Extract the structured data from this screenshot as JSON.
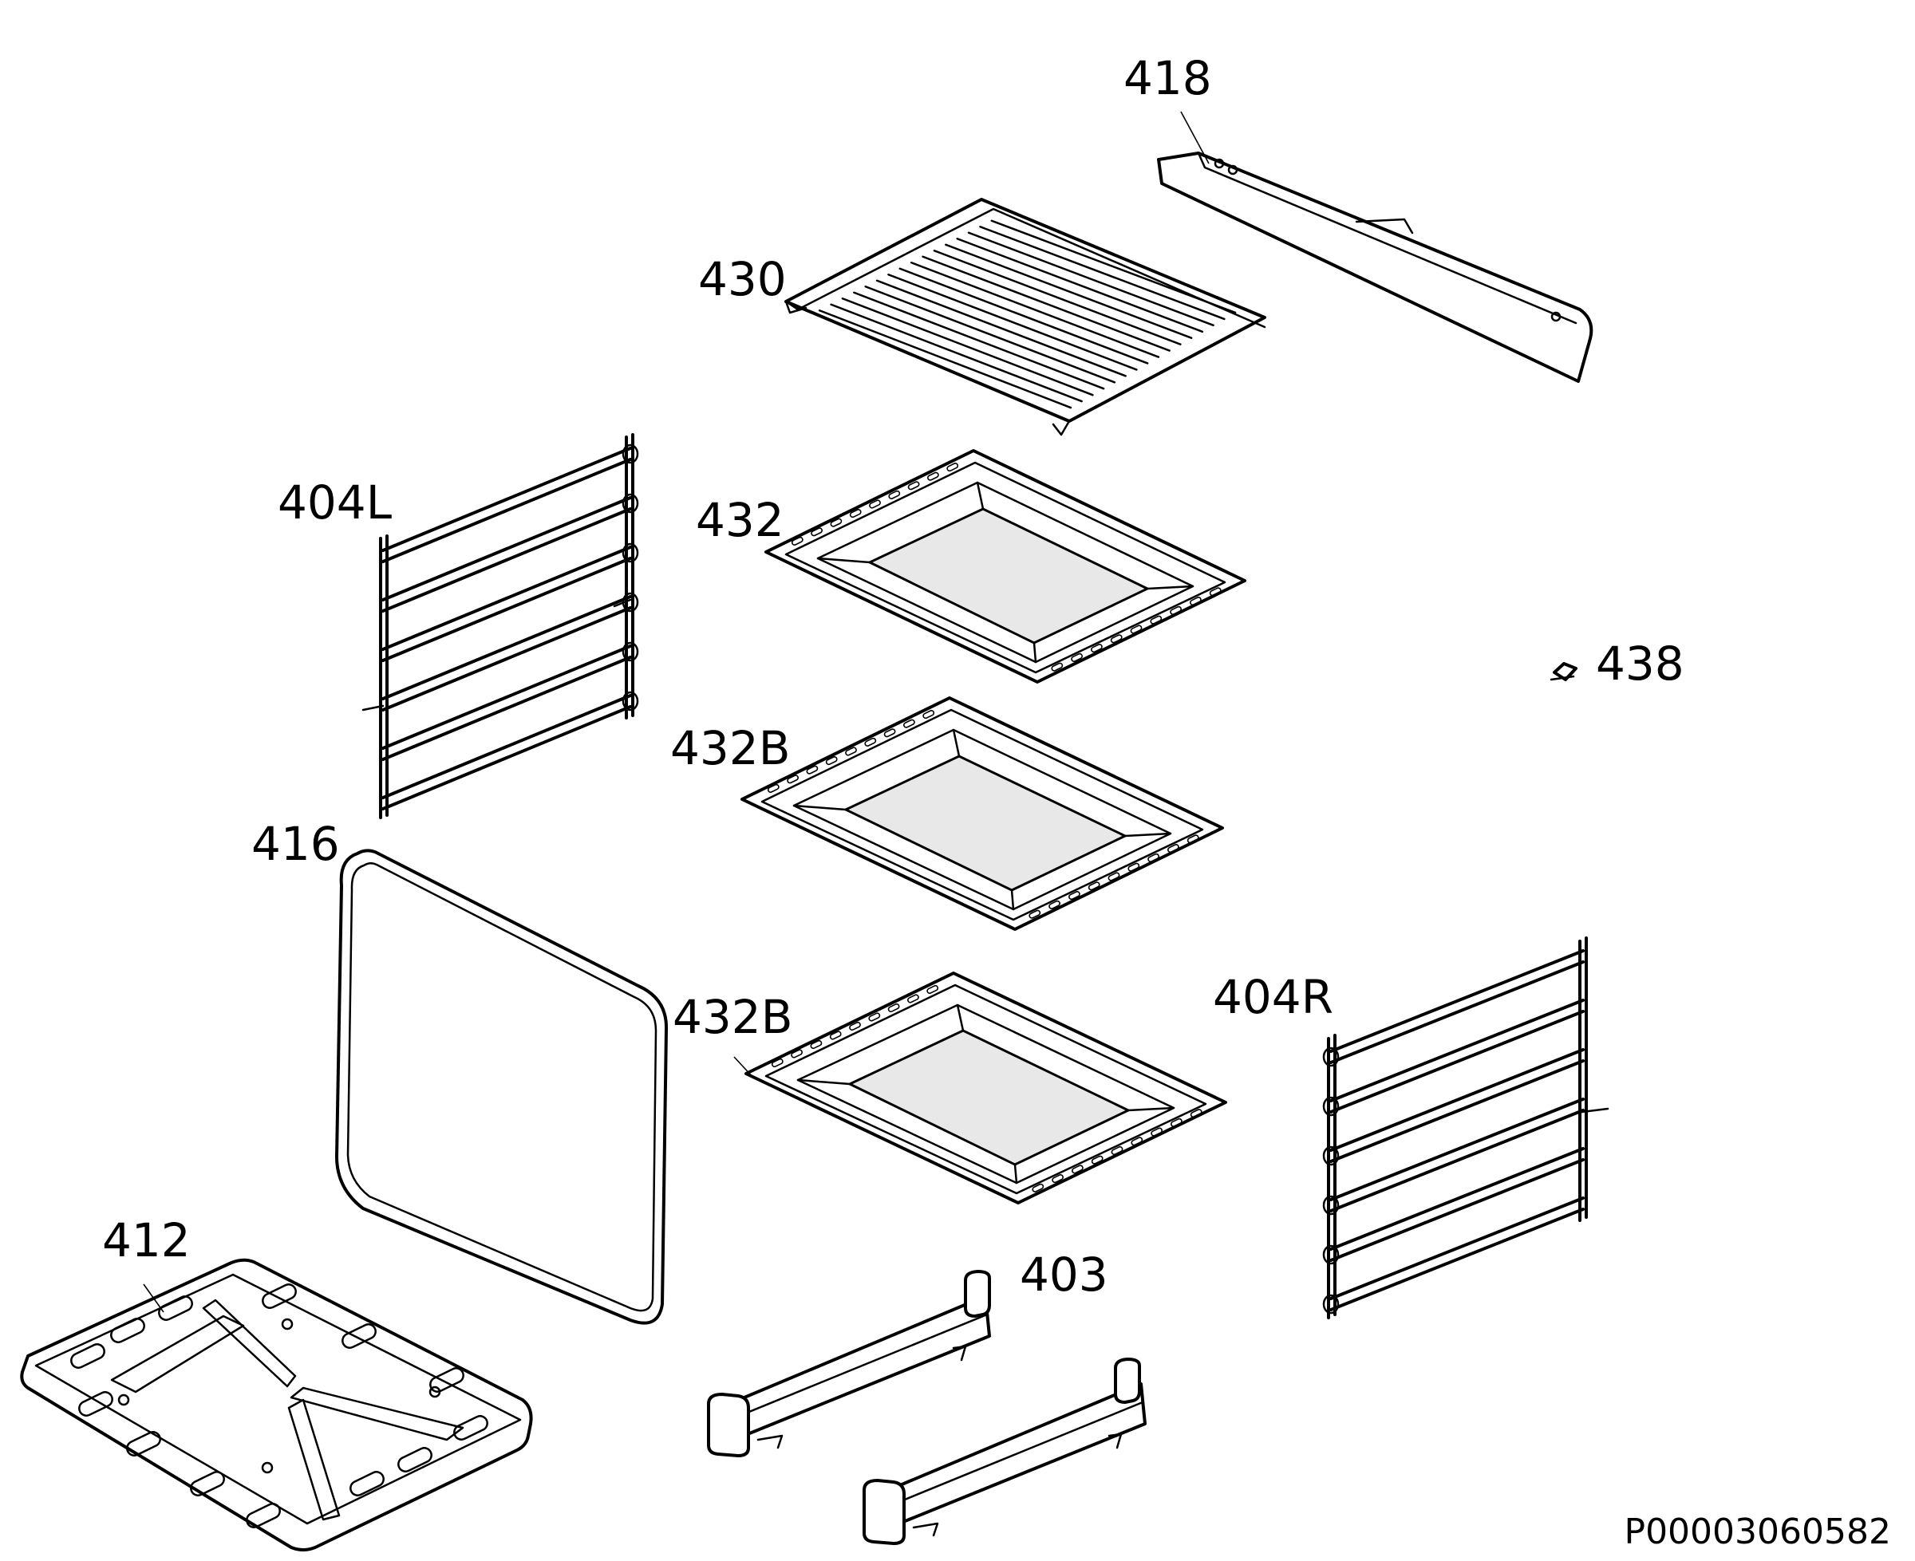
{
  "diagram": {
    "reference_code": "P00003060582",
    "part_labels": [
      {
        "id": "418",
        "text": "418"
      },
      {
        "id": "430",
        "text": "430"
      },
      {
        "id": "404L",
        "text": "404L"
      },
      {
        "id": "432",
        "text": "432"
      },
      {
        "id": "438",
        "text": "438"
      },
      {
        "id": "432B_upper",
        "text": "432B"
      },
      {
        "id": "416",
        "text": "416"
      },
      {
        "id": "432B_lower",
        "text": "432B"
      },
      {
        "id": "404R",
        "text": "404R"
      },
      {
        "id": "412",
        "text": "412"
      },
      {
        "id": "403",
        "text": "403"
      }
    ]
  }
}
